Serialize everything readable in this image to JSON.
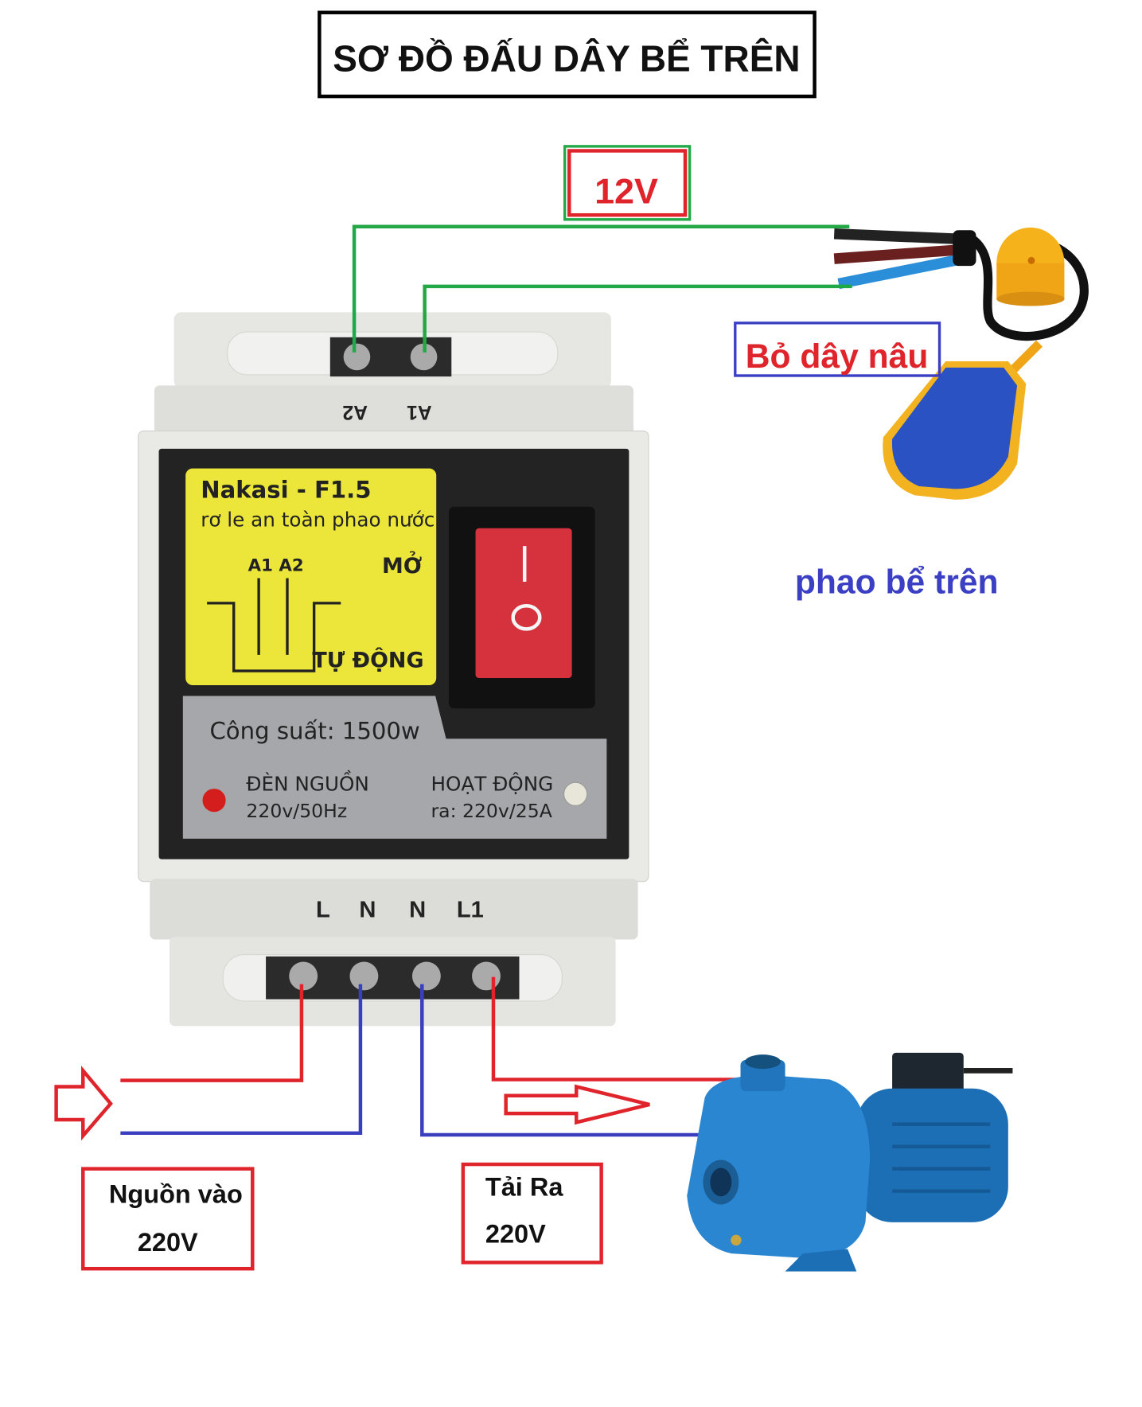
{
  "title": "SƠ ĐỒ ĐẤU DÂY BỂ TRÊN",
  "control_voltage_label": "12V",
  "float_note": "Bỏ dây nâu",
  "float_caption": "phao bể trên",
  "device": {
    "brand_model": "Nakasi - F1.5",
    "subtitle": "rơ le an toàn phao nước",
    "diagram_a1a2": "A1 A2",
    "mode_on": "MỞ",
    "mode_auto": "TỰ ĐỘNG",
    "power_rating": "Công suất: 1500w",
    "power_led_label": "ĐÈN NGUỒN",
    "power_led_spec": "220v/50Hz",
    "active_led_label": "HOẠT ĐỘNG",
    "active_led_spec": "ra: 220v/25A",
    "switch_on_mark": "I",
    "switch_off_mark": "O",
    "top_terminals": [
      "A2",
      "A1"
    ],
    "bottom_terminals": [
      "L",
      "N",
      "N",
      "L1"
    ]
  },
  "input_box": {
    "line1": "Nguồn vào",
    "line2": "220V"
  },
  "output_box": {
    "line1": "Tải Ra",
    "line2": "220V"
  },
  "colors": {
    "live": "#e0242b",
    "neutral": "#3b3fbf",
    "control": "#22a846",
    "caption": "#3a3fc4"
  }
}
